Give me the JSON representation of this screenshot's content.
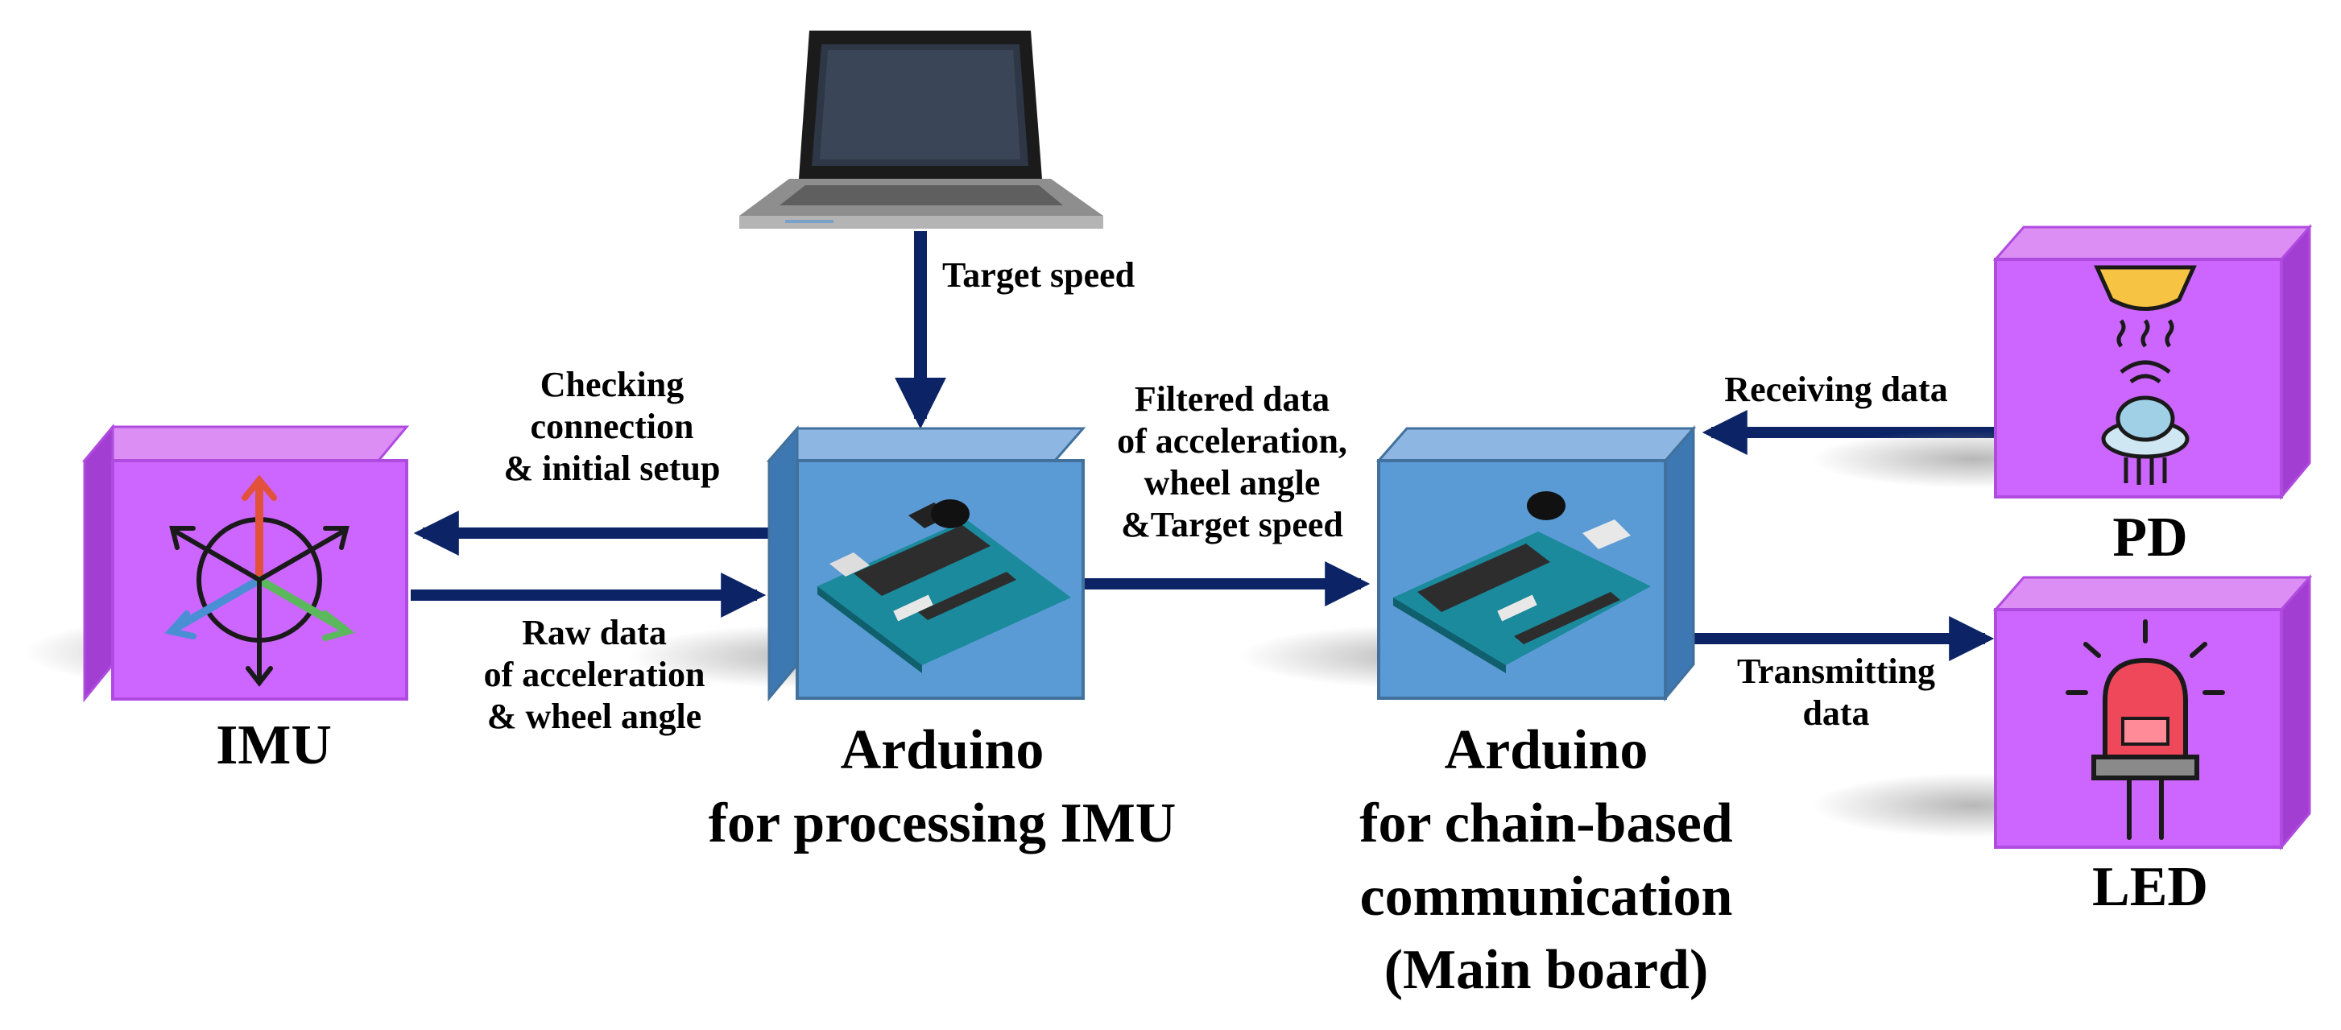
{
  "nodes": {
    "imu": {
      "label": "IMU"
    },
    "arduino_imu": {
      "line1": "Arduino",
      "line2": "for processing IMU"
    },
    "arduino_main": {
      "line1": "Arduino",
      "line2": "for chain-based",
      "line3": "communication",
      "line4": "(Main board)"
    },
    "pd": {
      "label": "PD"
    },
    "led": {
      "label": "LED"
    },
    "laptop": {
      "icon": "laptop-icon"
    }
  },
  "edges": {
    "target_speed": {
      "line1": "Target speed"
    },
    "checking": {
      "line1": "Checking",
      "line2": "connection",
      "line3": "& initial setup"
    },
    "raw_data": {
      "line1": "Raw data",
      "line2": "of acceleration",
      "line3": "& wheel angle"
    },
    "filtered": {
      "line1": "Filtered data",
      "line2": "of acceleration,",
      "line3": "wheel angle",
      "line4": "&Target speed"
    },
    "receiving": {
      "line1": "Receiving data"
    },
    "transmitting": {
      "line1": "Transmitting",
      "line2": "data"
    }
  },
  "colors": {
    "sensor_box": "#cc66ff",
    "arduino_box": "#5b9bd5",
    "arrow": "#0c2466"
  }
}
